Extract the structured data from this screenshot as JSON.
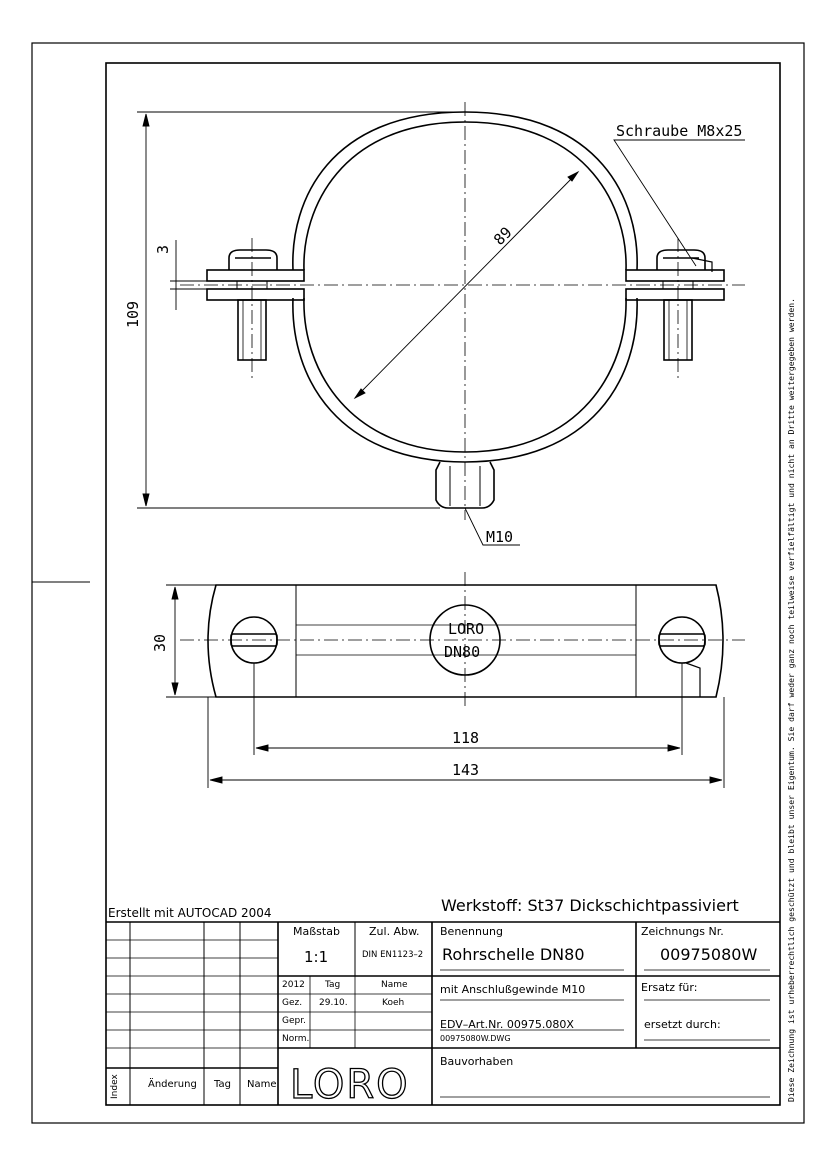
{
  "drawing": {
    "annotations": {
      "screw_callout": "Schraube M8x25",
      "nut_callout": "M10",
      "diameter": "89",
      "height_total": "109",
      "band_thickness": "3",
      "width_strap": "30",
      "hole_spacing": "118",
      "length_total": "143",
      "stamp_line1": "LORO",
      "stamp_line2": "DN80"
    },
    "created_with": "Erstellt mit AUTOCAD 2004",
    "material": "Werkstoff:  St37 Dickschichtpassiviert",
    "copyright_notice": "Diese Zeichnung ist urheberrechtlich geschützt und bleibt unser Eigentum. Sie darf weder ganz noch teilweise verfielfältigt und nicht an Dritte weitergegeben werden."
  },
  "title_block": {
    "scale_label": "Maßstab",
    "scale_value": "1:1",
    "tolerance_label": "Zul. Abw.",
    "tolerance_value": "DIN EN1123–2",
    "title_label": "Benennung",
    "title_value": "Rohrschelle DN80",
    "subtitle": "mit Anschlußgewinde M10",
    "article": "EDV–Art.Nr. 00975.080X",
    "file": "00975080W.DWG",
    "project_label": "Bauvorhaben",
    "drawing_no_label": "Zeichnungs Nr.",
    "drawing_no_value": "00975080W",
    "replaces_label": "Ersatz für:",
    "replaced_by_label": "ersetzt durch:",
    "year": "2012",
    "day_label": "Tag",
    "name_label": "Name",
    "drawn_label": "Gez.",
    "drawn_date": "29.10.",
    "drawn_name": "Koeh",
    "checked_label": "Gepr.",
    "norm_label": "Norm.",
    "rev_index": "Index",
    "rev_change": "Änderung",
    "rev_day": "Tag",
    "rev_name": "Name",
    "logo": "LORO"
  }
}
